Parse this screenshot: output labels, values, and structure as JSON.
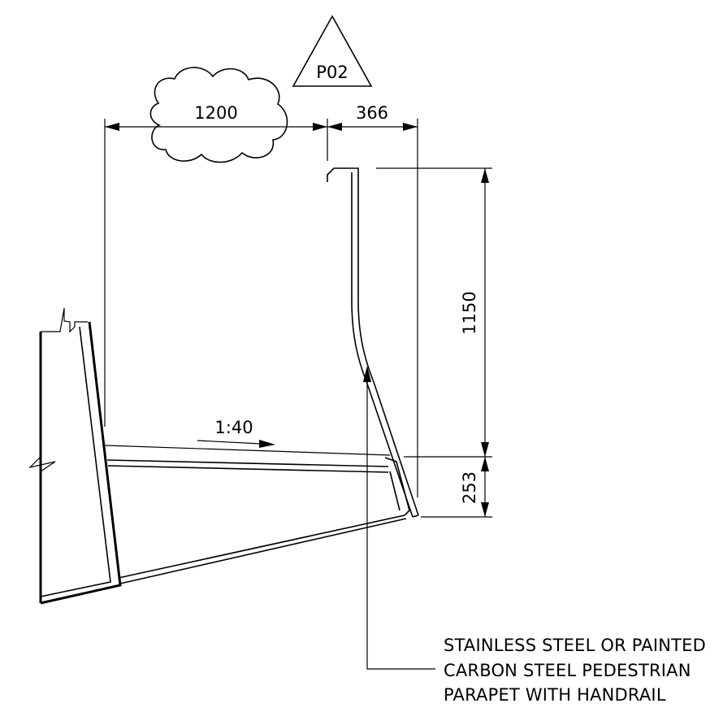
{
  "revision": {
    "tag": "P02"
  },
  "dimensions": {
    "width_walkway": "1200",
    "offset_parapet": "366",
    "height_upper": "1150",
    "height_lower": "253"
  },
  "slope": {
    "label": "1:40"
  },
  "note": {
    "lines": [
      "STAINLESS STEEL OR PAINTED",
      "CARBON STEEL PEDESTRIAN",
      "PARAPET WITH HANDRAIL"
    ]
  }
}
